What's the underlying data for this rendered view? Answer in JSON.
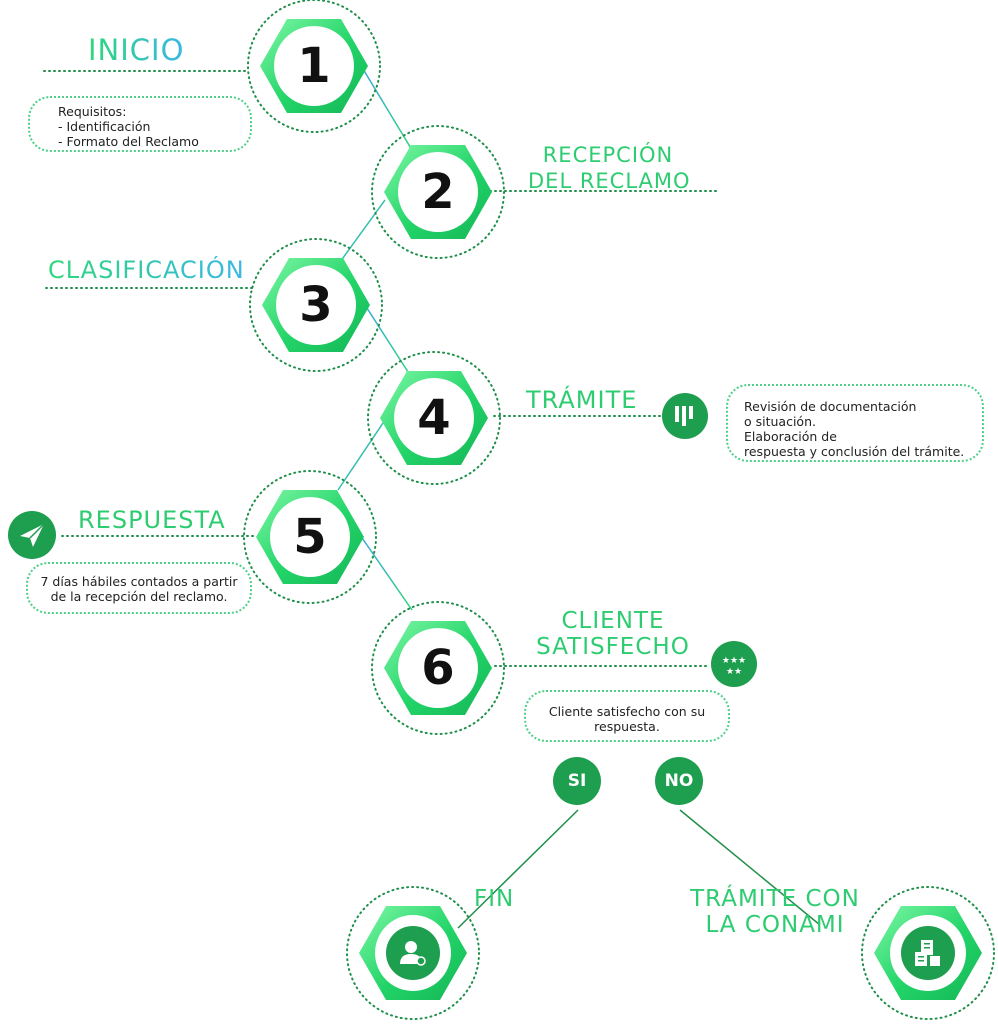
{
  "steps": [
    {
      "number": "1",
      "title": "INICIO"
    },
    {
      "number": "2",
      "title_lines": [
        "RECEPCIÓN",
        "DEL RECLAMO"
      ]
    },
    {
      "number": "3",
      "title": "CLASIFICACIÓN"
    },
    {
      "number": "4",
      "title": "TRÁMITE"
    },
    {
      "number": "5",
      "title": "RESPUESTA"
    },
    {
      "number": "6",
      "title_lines": [
        "CLIENTE",
        "SATISFECHO"
      ]
    }
  ],
  "notes": {
    "inicio": {
      "heading": "Requisitos:",
      "items": [
        "-   Identificación",
        "-   Formato del Reclamo"
      ]
    },
    "tramite": {
      "lines": [
        "Revisión de documentación",
        "o situación.",
        "Elaboración de",
        "respuesta y conclusión del trámite."
      ]
    },
    "respuesta": {
      "lines": [
        "7 días hábiles contados a partir",
        "de la recepción del reclamo."
      ]
    },
    "cliente": {
      "lines": [
        "Cliente satisfecho con su",
        "respuesta."
      ]
    }
  },
  "choices": {
    "yes": "SI",
    "no": "NO"
  },
  "outcomes": {
    "fin": {
      "title": "FIN"
    },
    "conami": {
      "title_lines": [
        "TRÁMITE CON",
        "LA CONAMI"
      ]
    }
  },
  "icons": {
    "tramite": "bar-chart-icon",
    "respuesta": "paper-plane-icon",
    "cliente": "five-stars-icon",
    "fin": "user-check-icon",
    "conami": "documents-icon"
  },
  "colors": {
    "hex_light": "#6ff59a",
    "hex_dark": "#18c95f",
    "badge": "#1e9e4f",
    "title": "#2ecc71",
    "connector_blue": "#3aa7e0",
    "dotted": "#1f8f4a"
  }
}
